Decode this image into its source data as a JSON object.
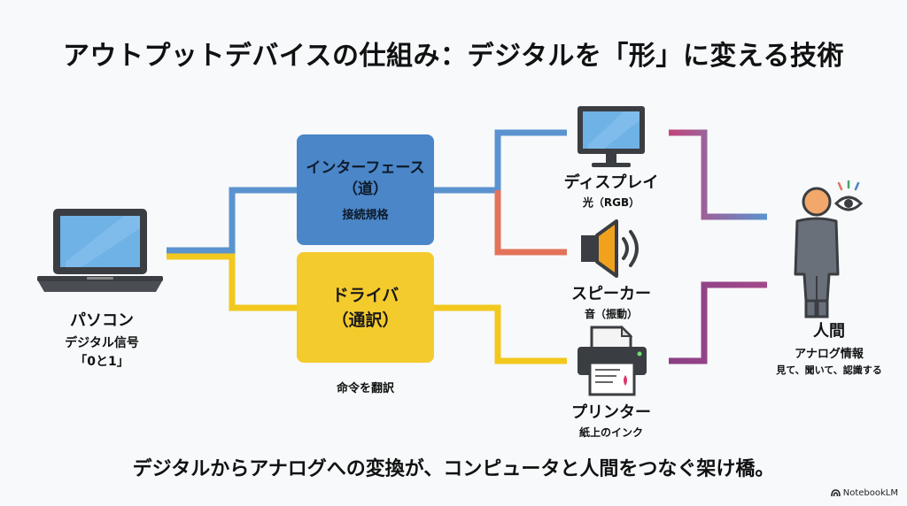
{
  "title": "アウトプットデバイスの仕組み：デジタルを「形」に変える技術",
  "footer": "デジタルからアナログへの変換が、コンピュータと人間をつなぐ架け橋。",
  "pc": {
    "name": "パソコン",
    "line1": "デジタル信号",
    "line2": "「0と1」"
  },
  "interface": {
    "line1": "インターフェース",
    "line2": "（道）",
    "sub": "接続規格"
  },
  "driver": {
    "line1": "ドライバ",
    "line2": "（通訳）",
    "sub": "命令を翻訳"
  },
  "devices": {
    "display": {
      "name": "ディスプレイ",
      "sub": "光（RGB）"
    },
    "speaker": {
      "name": "スピーカー",
      "sub": "音（振動）"
    },
    "printer": {
      "name": "プリンター",
      "sub": "紙上のインク"
    }
  },
  "human": {
    "name": "人間",
    "line1": "アナログ情報",
    "line2": "見て、聞いて、認識する"
  },
  "colors": {
    "interface": "#4a86c8",
    "driver": "#f4cb2d",
    "wire_blue": "#5b93cf",
    "wire_yellow": "#f2c81e",
    "wire_red": "#e3735a",
    "wire_purple": "#8a3f86"
  },
  "logo": "NotebookLM"
}
